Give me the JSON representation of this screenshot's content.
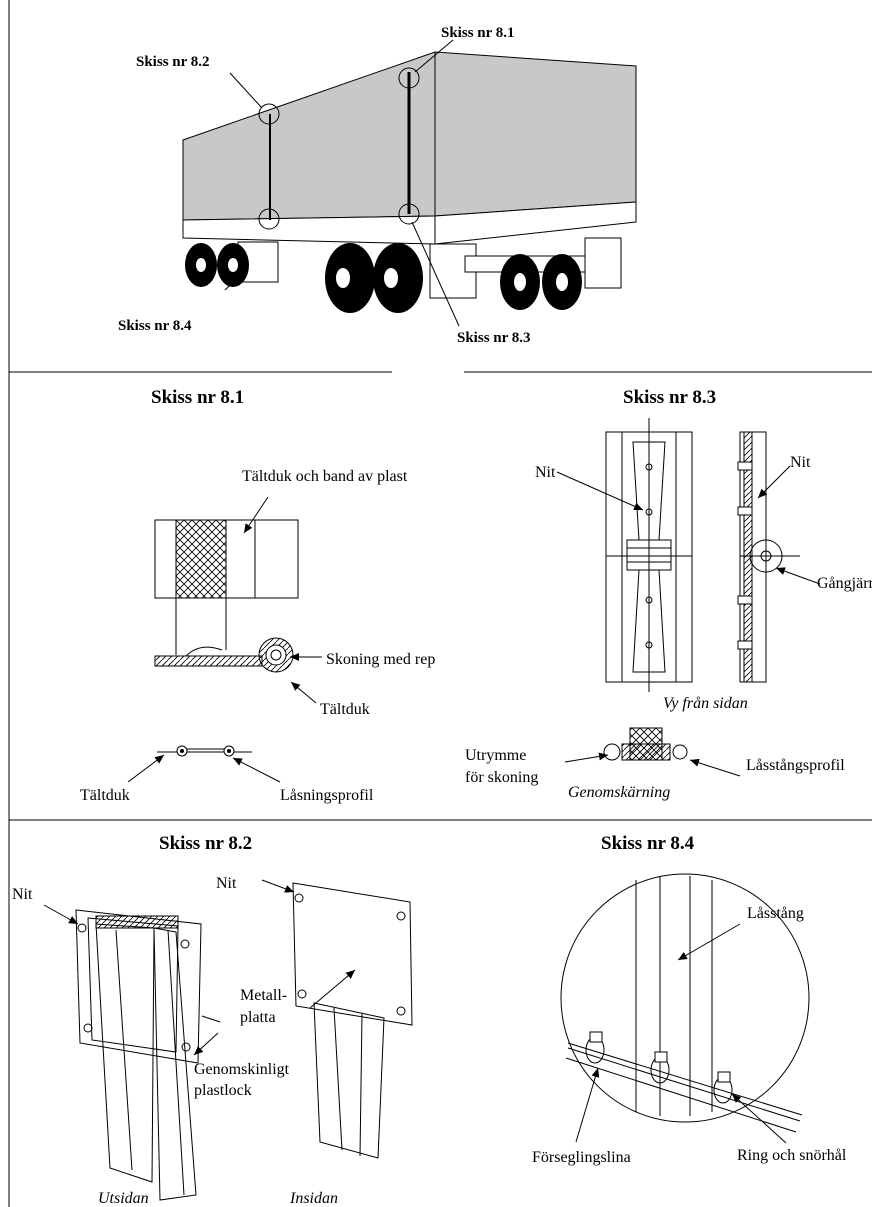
{
  "top": {
    "callout_81": "Skiss nr 8.1",
    "callout_82": "Skiss nr 8.2",
    "callout_83": "Skiss nr 8.3",
    "callout_84": "Skiss nr 8.4"
  },
  "sketch81": {
    "title": "Skiss nr 8.1",
    "label_band": "Tältduk och band av plast",
    "label_skoning": "Skoning med rep",
    "label_taltduk_right": "Tältduk",
    "label_taltduk_left": "Tältduk",
    "label_lasningsprofil": "Låsningsprofil"
  },
  "sketch83": {
    "title": "Skiss nr 8.3",
    "label_nit_left": "Nit",
    "label_nit_right": "Nit",
    "label_gangjarn": "Gångjärn",
    "label_vy": "Vy från sidan",
    "label_utrymme_1": "Utrymme",
    "label_utrymme_2": "för skoning",
    "label_genomskarning": "Genomskärning",
    "label_lasstangsprofil": "Låsstångsprofil"
  },
  "sketch82": {
    "title": "Skiss nr 8.2",
    "label_nit_left": "Nit",
    "label_nit_right": "Nit",
    "label_metall_1": "Metall-",
    "label_metall_2": "platta",
    "label_genom_1": "Genomskinligt",
    "label_genom_2": "plastlock",
    "label_utsidan": "Utsidan",
    "label_insidan": "Insidan"
  },
  "sketch84": {
    "title": "Skiss nr 8.4",
    "label_lasstang": "Låsstång",
    "label_forseglingslina": "Förseglingslina",
    "label_ring": "Ring och snörhål"
  }
}
